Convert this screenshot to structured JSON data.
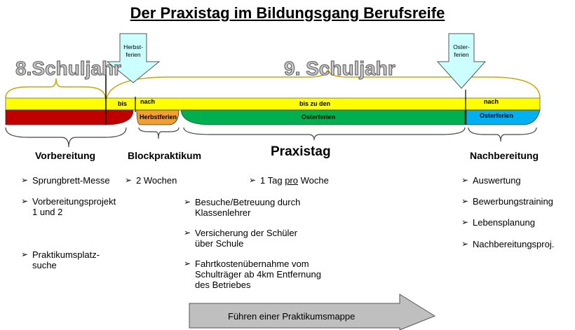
{
  "title": "Der Praxistag im Bildungsgang Berufsreife",
  "years": {
    "year8": "8.Schuljahr",
    "year9": "9. Schuljahr"
  },
  "holiday_arrows": {
    "autumn": [
      "Herbst-",
      "ferien"
    ],
    "easter": [
      "Oster-",
      "ferien"
    ]
  },
  "timeline": {
    "bis": "bis",
    "nach1": "nach",
    "herbstferien": "Herbstferien",
    "bis_zu_den": "bis zu den",
    "osterferien1": "Osterferien",
    "nach2": "nach",
    "osterferien2": "Osterferien"
  },
  "sections": {
    "vorbereitung": {
      "heading": "Vorbereitung",
      "items": [
        "Sprungbrett-Messe",
        "Vorbereitungsprojekt",
        "1 und 2",
        "Praktikumsplatz-",
        "suche"
      ]
    },
    "blockpraktikum": {
      "heading": "Blockpraktikum",
      "items": [
        "2 Wochen"
      ]
    },
    "praxistag": {
      "heading": "Praxistag",
      "item_prefix": "1 Tag ",
      "item_underlined": "pro",
      "item_suffix": " Woche",
      "items": [
        "Besuche/Betreuung durch",
        "Klassenlehrer",
        "Versicherung der Schüler",
        "über Schule",
        "Fahrtkostenübernahme vom",
        "Schulträger ab 4km Entfernung",
        "des Betriebes"
      ]
    },
    "nachbereitung": {
      "heading": "Nachbereitung",
      "items": [
        "Auswertung",
        "Bewerbungstraining",
        "Lebensplanung",
        "Nachbereitungsproj."
      ]
    }
  },
  "footer_arrow": "Führen einer Praktikumsmappe",
  "colors": {
    "yellow": "#ffff00",
    "red": "#c00000",
    "orange": "#f0a030",
    "green": "#00b050",
    "blue": "#00b0f0",
    "arrow_fill": "#ccffff",
    "grey_arrow": "#bfbfbf"
  }
}
